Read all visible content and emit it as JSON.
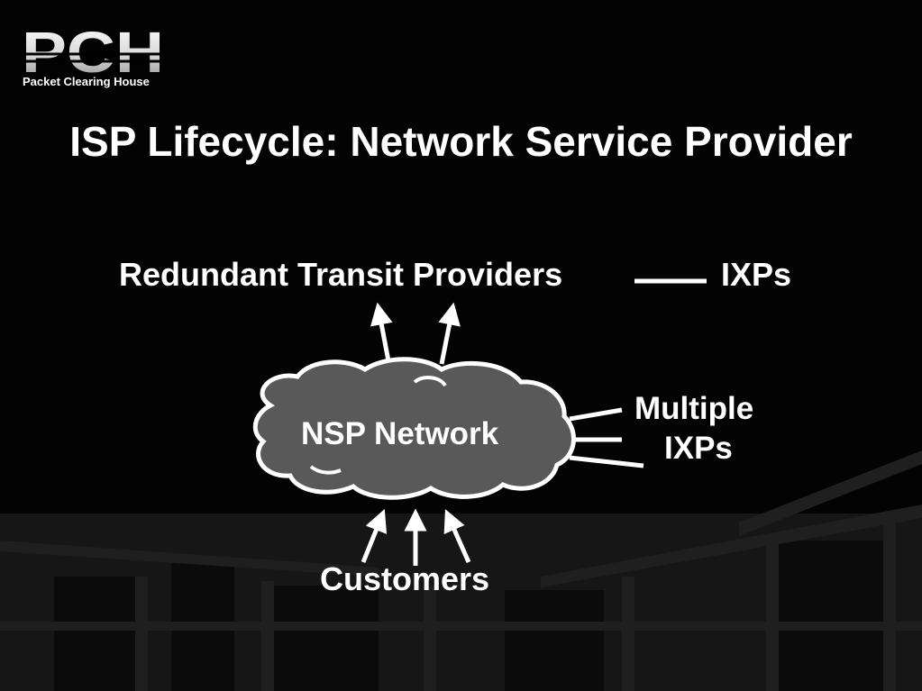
{
  "logo": {
    "mark": "PCH",
    "caption": "Packet Clearing House"
  },
  "title": "ISP Lifecycle: Network Service Provider",
  "diagram": {
    "transit_label": "Redundant Transit Providers",
    "ixps_label": "IXPs",
    "cloud_label": "NSP Network",
    "multiple_label_line1": "Multiple",
    "multiple_label_line2": "IXPs",
    "customers_label": "Customers"
  },
  "colors": {
    "background": "#030303",
    "cloud_fill": "#595959",
    "stroke": "#ffffff",
    "text": "#ffffff"
  }
}
